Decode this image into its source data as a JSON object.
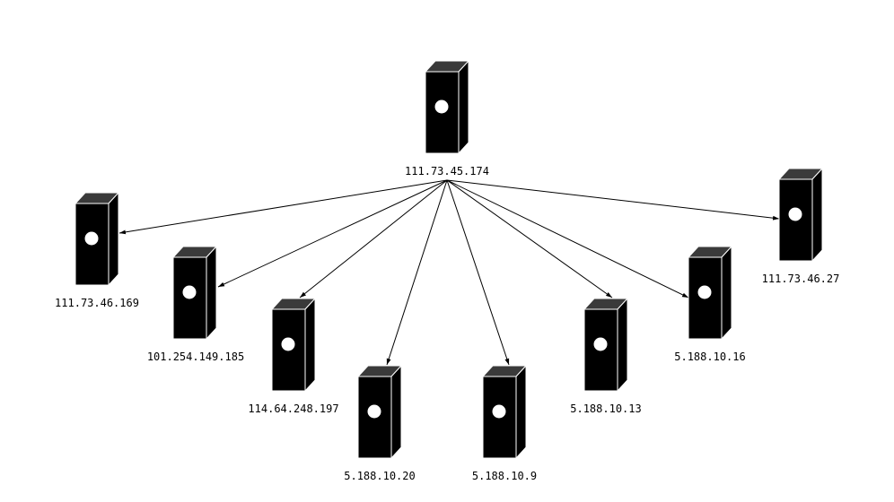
{
  "diagram": {
    "colors": {
      "server": "#000000",
      "server_top": "#3a3a3a",
      "light": "#ffffff",
      "edge": "#000000"
    },
    "hub": {
      "id": "hub",
      "label": "111.73.45.174",
      "icon": "server-icon"
    },
    "nodes": [
      {
        "id": "n1",
        "label": "111.73.46.169",
        "icon": "server-icon"
      },
      {
        "id": "n2",
        "label": "101.254.149.185",
        "icon": "server-icon"
      },
      {
        "id": "n3",
        "label": "114.64.248.197",
        "icon": "server-icon"
      },
      {
        "id": "n4",
        "label": "5.188.10.20",
        "icon": "server-icon"
      },
      {
        "id": "n5",
        "label": "5.188.10.9",
        "icon": "server-icon"
      },
      {
        "id": "n6",
        "label": "5.188.10.13",
        "icon": "server-icon"
      },
      {
        "id": "n7",
        "label": "5.188.10.16",
        "icon": "server-icon"
      },
      {
        "id": "n8",
        "label": "111.73.46.27",
        "icon": "server-icon"
      }
    ],
    "edges": [
      {
        "from": "hub",
        "to": "n1"
      },
      {
        "from": "hub",
        "to": "n2"
      },
      {
        "from": "hub",
        "to": "n3"
      },
      {
        "from": "hub",
        "to": "n4"
      },
      {
        "from": "hub",
        "to": "n5"
      },
      {
        "from": "hub",
        "to": "n6"
      },
      {
        "from": "hub",
        "to": "n7"
      },
      {
        "from": "hub",
        "to": "n8"
      }
    ]
  }
}
